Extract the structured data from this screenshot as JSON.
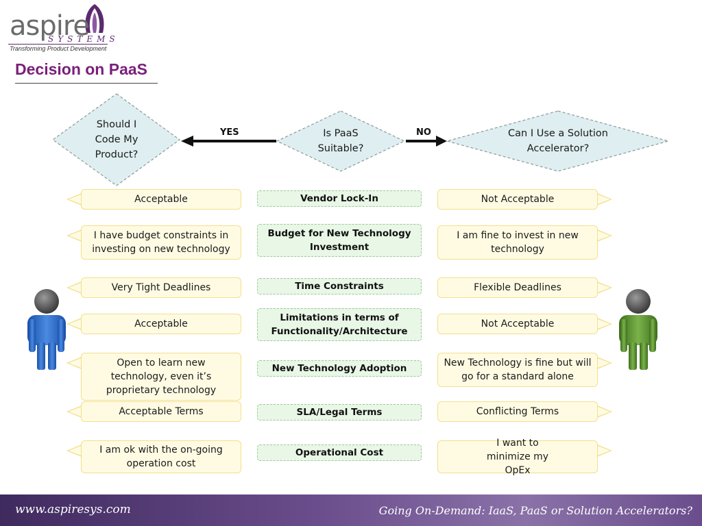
{
  "logo": {
    "word": "aspire",
    "systems": "SYSTEMS",
    "tagline": "Transforming Product Development"
  },
  "title": "Decision on PaaS",
  "diamonds": {
    "left": "Should I\nCode My\nProduct?",
    "center": "Is PaaS\nSuitable?",
    "right": "Can I Use a Solution\nAccelerator?"
  },
  "arrows": {
    "yes": "YES",
    "no": "NO"
  },
  "rows": [
    {
      "left": "Acceptable",
      "criterion": "Vendor Lock-In",
      "right": "Not Acceptable"
    },
    {
      "left": "I have budget constraints in investing on new technology",
      "criterion": "Budget for New Technology Investment",
      "right": "I am fine to invest in new technology"
    },
    {
      "left": "Very Tight Deadlines",
      "criterion": "Time Constraints",
      "right": "Flexible Deadlines"
    },
    {
      "left": "Acceptable",
      "criterion": "Limitations in terms of Functionality/Architecture",
      "right": "Not Acceptable"
    },
    {
      "left": "Open to learn new technology, even it’s proprietary technology",
      "criterion": "New Technology Adoption",
      "right": "New Technology is fine but will go for a standard alone"
    },
    {
      "left": "Acceptable Terms",
      "criterion": "SLA/Legal Terms",
      "right": "Conflicting Terms"
    },
    {
      "left": "I am ok with the on-going operation cost",
      "criterion": "Operational Cost",
      "right": "I want to minimize my OpEx"
    }
  ],
  "footer": {
    "url": "www.aspiresys.com",
    "tagline": "Going On-Demand: IaaS, PaaS or Solution Accelerators?"
  },
  "colors": {
    "title": "#7a1f7a",
    "diamond_fill": "#dfeef0",
    "callout_fill": "#fffbe3",
    "criterion_fill": "#e8f7e6",
    "person_left": "#1f5fbf",
    "person_right": "#4f8a2a",
    "footer": "#5a3f7d"
  }
}
